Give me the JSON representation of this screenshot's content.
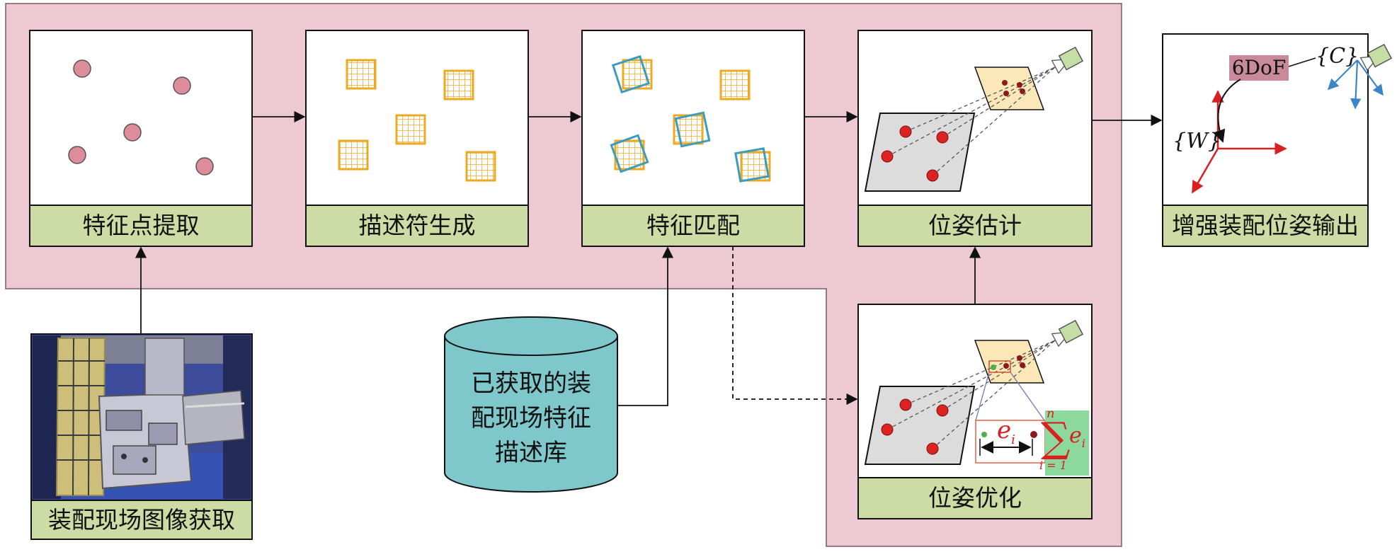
{
  "steps": {
    "feature_extraction": "特征点提取",
    "descriptor_generation": "描述符生成",
    "feature_matching": "特征匹配",
    "pose_estimation": "位姿估计",
    "ar_pose_output": "增强装配位姿输出",
    "image_acquisition": "装配现场图像获取",
    "pose_optimization": "位姿优化"
  },
  "database": {
    "line1": "已获取的装",
    "line2": "配现场特征",
    "line3": "描述库"
  },
  "output_panel": {
    "dof_label": "6DoF",
    "camera_frame": "{C}",
    "world_frame": "{W}"
  },
  "optimization_panel": {
    "error_symbol": "e",
    "error_subscript": "i",
    "sum_upper": "n",
    "sum_lower": "i = 1",
    "sum_symbol": "∑",
    "sum_term": "e",
    "sum_term_subscript": "i"
  },
  "colors": {
    "pipeline_background": "#ecc9d3",
    "caption_fill": "#cddca4",
    "keypoint": "#dd8c9a",
    "descriptor_grid": "#ecaa22",
    "matched_grid": "#3d9bc0",
    "database": "#7ec8cb",
    "image_point": "#dd2222",
    "projected_point": "#8b1a1a",
    "image_plane": "#fbe7b7",
    "camera": "#c4dea6",
    "frame_arrow_red": "#d92020",
    "frame_arrow_blue": "#3a86c8",
    "dof_tag": "#c98a9c",
    "sum_box": "#8cd89d"
  }
}
